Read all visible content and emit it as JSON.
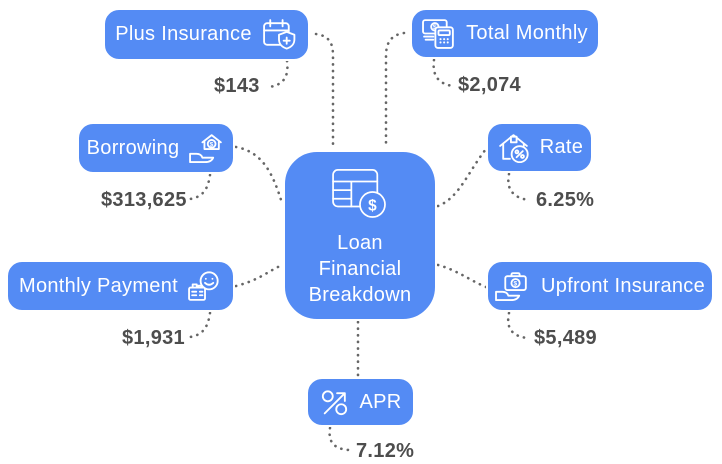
{
  "diagram_title": "Loan Financial Breakdown",
  "colors": {
    "node_fill": "#548BF4",
    "node_border": "#FFFFFF",
    "node_text": "#FFFFFF",
    "value_text": "#4D4D4D",
    "connector": "#666666",
    "background": "#FFFFFF"
  },
  "center": {
    "title_lines": [
      "Loan",
      "Financial",
      "Breakdown"
    ],
    "icon": "table-dollar-icon"
  },
  "nodes": [
    {
      "id": "plus-insurance",
      "label": "Plus Insurance",
      "value": "$143",
      "icon": "calendar-shield-plus-icon",
      "icon_side": "right"
    },
    {
      "id": "total-monthly",
      "label": "Total Monthly",
      "value": "$2,074",
      "icon": "cash-calculator-icon",
      "icon_side": "left"
    },
    {
      "id": "borrowing",
      "label": "Borrowing",
      "value": "$313,625",
      "icon": "hand-house-dollar-icon",
      "icon_side": "right"
    },
    {
      "id": "rate",
      "label": "Rate",
      "value": "6.25%",
      "icon": "house-percent-icon",
      "icon_side": "left"
    },
    {
      "id": "monthly-payment",
      "label": "Monthly Payment",
      "value": "$1,931",
      "icon": "person-money-icon",
      "icon_side": "right"
    },
    {
      "id": "upfront-insurance",
      "label": "Upfront Insurance",
      "value": "$5,489",
      "icon": "hand-briefcase-dollar-icon",
      "icon_side": "left"
    },
    {
      "id": "apr",
      "label": "APR",
      "value": "7.12%",
      "icon": "percent-arrow-icon",
      "icon_side": "left"
    }
  ]
}
